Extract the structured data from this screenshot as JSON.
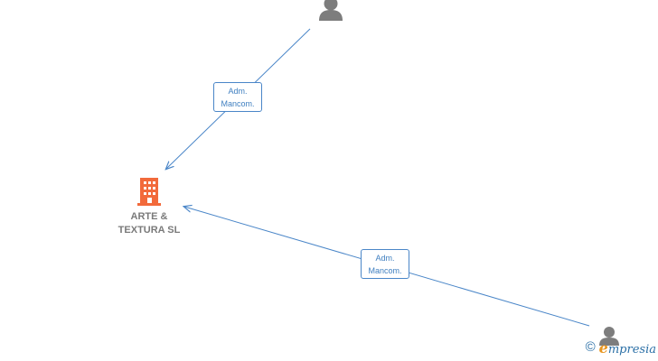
{
  "company": {
    "name": "ARTE &\nTEXTURA  SL",
    "icon": "building-icon",
    "color": "#f26a3b"
  },
  "persons": [
    {
      "id": "person-top",
      "icon": "person-icon",
      "color": "#7d7d7d"
    },
    {
      "id": "person-bottom-right",
      "icon": "person-icon",
      "color": "#7d7d7d"
    }
  ],
  "edges": [
    {
      "from": "person-top",
      "to": "company",
      "label_line1": "Adm.",
      "label_line2": "Mancom."
    },
    {
      "from": "person-bottom-right",
      "to": "company",
      "label_line1": "Adm.",
      "label_line2": "Mancom."
    }
  ],
  "edge_color": "#4a86c8",
  "brand": {
    "copyright": "©",
    "first_letter": "e",
    "rest": "mpresia"
  }
}
